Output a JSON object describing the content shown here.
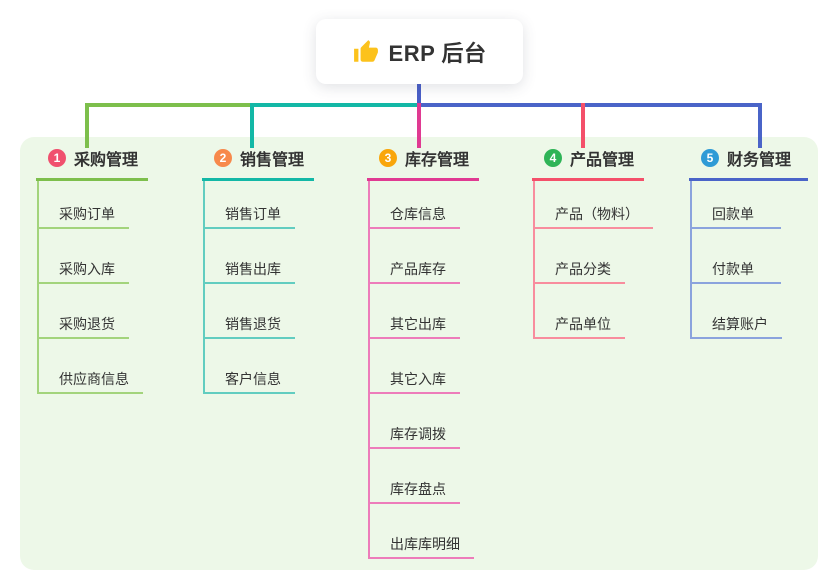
{
  "root": {
    "label": "ERP 后台",
    "icon": "thumbs-up",
    "line_color": "#4a5fc8"
  },
  "canvas": {
    "page_bg": "#ffffff",
    "panel_bg": "#edf8e8",
    "text_color": "#333333"
  },
  "connector": {
    "left_segment_color": "#7dbf4c",
    "mid_segment_color": "#13b8a6",
    "right_segment_color": "#4a64c8",
    "drop_colors": [
      "#7dbf4c",
      "#13b8a6",
      "#e03a92",
      "#f4506a",
      "#4a64c8"
    ]
  },
  "branches": [
    {
      "num": "1",
      "label": "采购管理",
      "badge_color": "#f0506e",
      "accent": "#7dbf4c",
      "accent_light": "#a3d47c",
      "children": [
        "采购订单",
        "采购入库",
        "采购退货",
        "供应商信息"
      ]
    },
    {
      "num": "2",
      "label": "销售管理",
      "badge_color": "#f7894b",
      "accent": "#13b8a6",
      "accent_light": "#62cdc0",
      "children": [
        "销售订单",
        "销售出库",
        "销售退货",
        "客户信息"
      ]
    },
    {
      "num": "3",
      "label": "库存管理",
      "badge_color": "#f9a60a",
      "accent": "#e03a92",
      "accent_light": "#ed7cba",
      "children": [
        "仓库信息",
        "产品库存",
        "其它出库",
        "其它入库",
        "库存调拨",
        "库存盘点",
        "出库库明细"
      ]
    },
    {
      "num": "4",
      "label": "产品管理",
      "badge_color": "#2fb457",
      "accent": "#f4506a",
      "accent_light": "#f88d9d",
      "children": [
        "产品（物料）",
        "产品分类",
        "产品单位"
      ]
    },
    {
      "num": "5",
      "label": "财务管理",
      "badge_color": "#2f9bd6",
      "accent": "#4a64c8",
      "accent_light": "#8ba3dd",
      "children": [
        "回款单",
        "付款单",
        "结算账户"
      ]
    }
  ]
}
